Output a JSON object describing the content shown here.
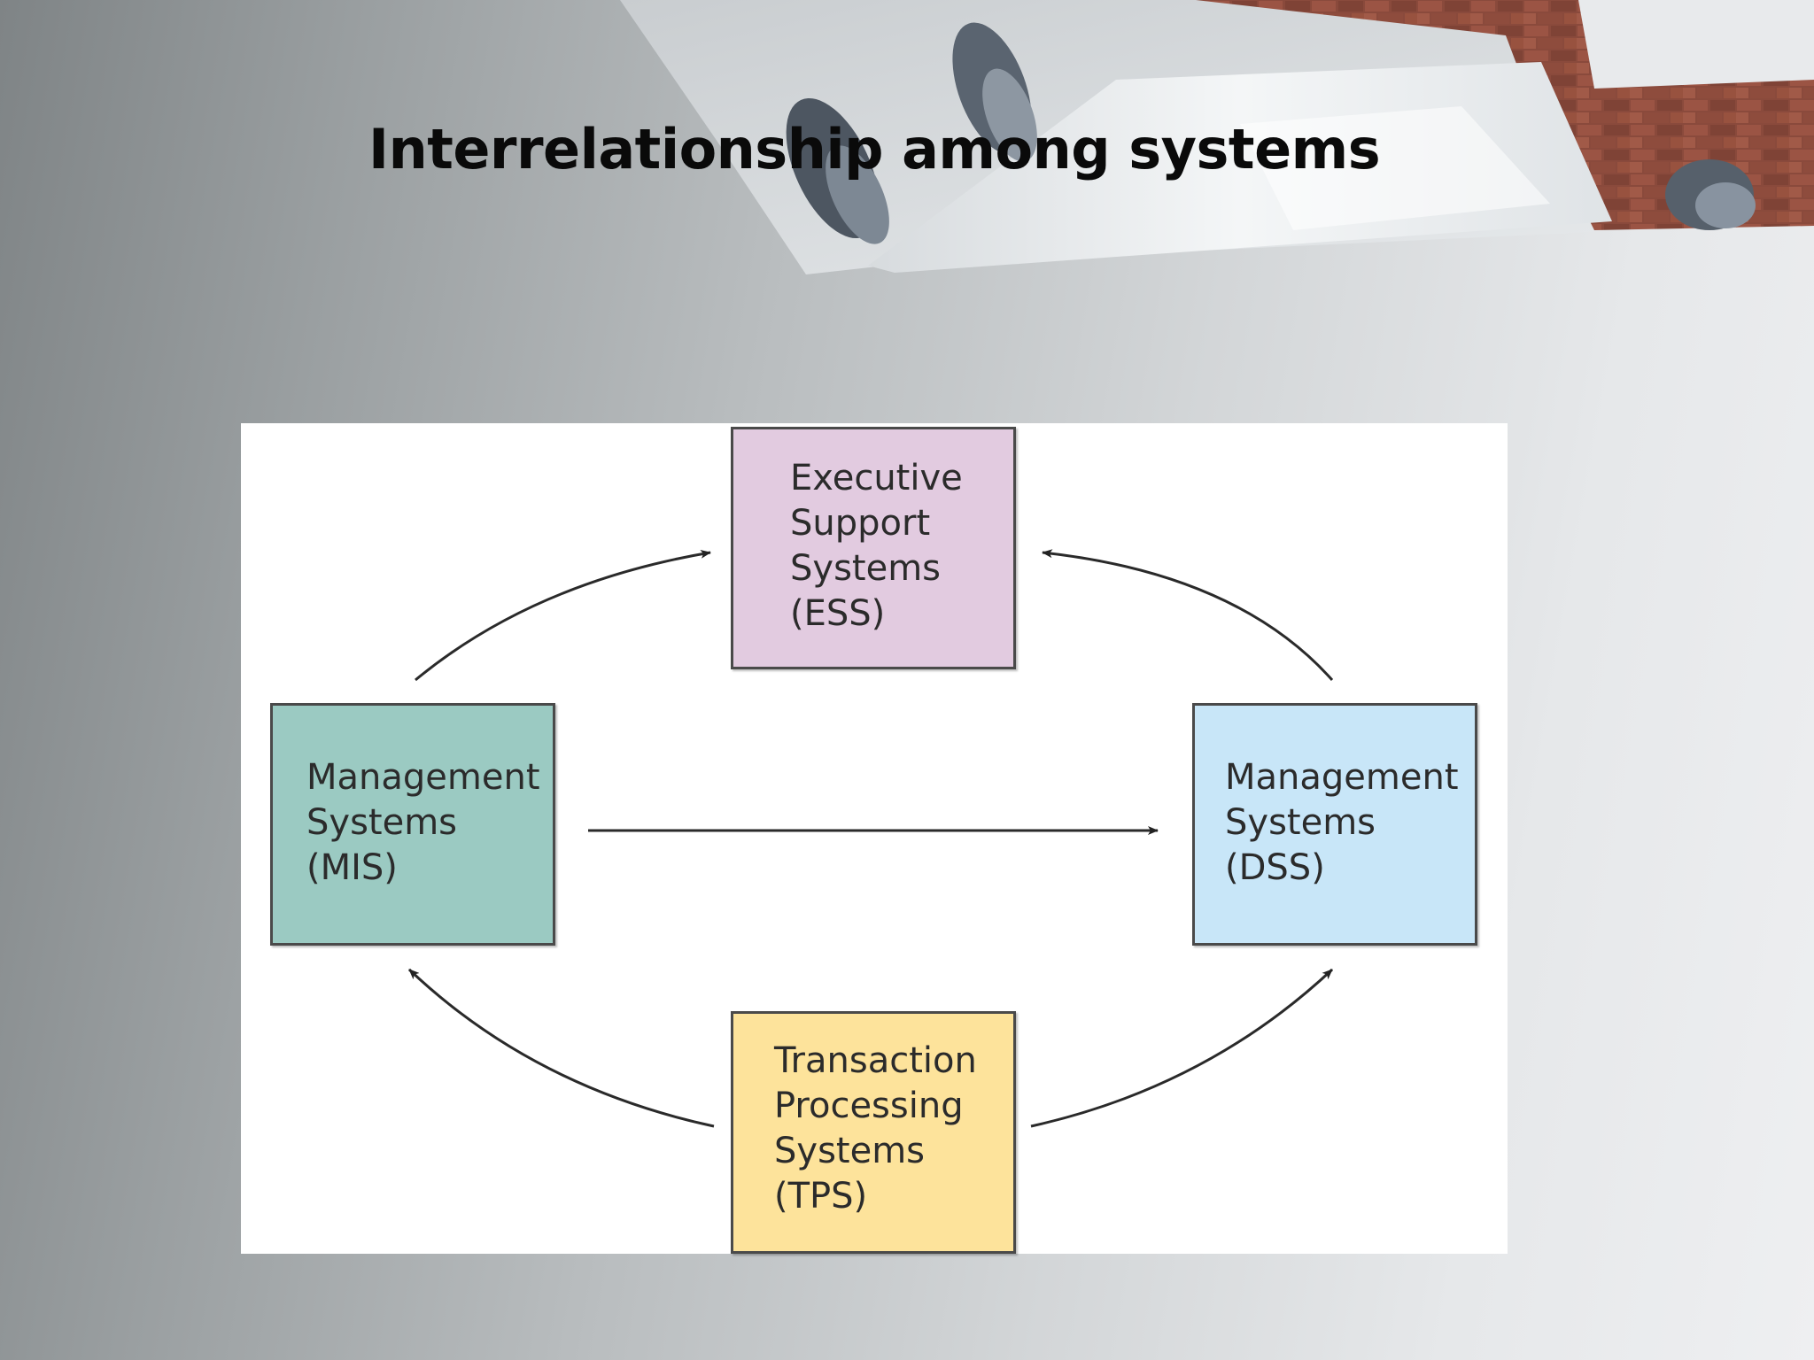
{
  "slide": {
    "title": "Interrelationship among systems"
  },
  "diagram": {
    "boxes": {
      "ess": {
        "line1": "Executive",
        "line2": "Support",
        "line3": "Systems",
        "line4": "(ESS)",
        "color": "#e2cbe0"
      },
      "mis": {
        "line1": "Management",
        "line2": "Systems",
        "line3": "(MIS)",
        "color": "#9bcac2"
      },
      "dss": {
        "line1": "Management",
        "line2": "Systems",
        "line3": "(DSS)",
        "color": "#c8e6f8"
      },
      "tps": {
        "line1": "Transaction",
        "line2": "Processing",
        "line3": "Systems",
        "line4": "(TPS)",
        "color": "#fde39b"
      }
    },
    "edges": [
      {
        "from": "mis",
        "to": "ess"
      },
      {
        "from": "dss",
        "to": "ess"
      },
      {
        "from": "mis",
        "to": "dss"
      },
      {
        "from": "tps",
        "to": "mis"
      },
      {
        "from": "tps",
        "to": "dss"
      }
    ]
  }
}
